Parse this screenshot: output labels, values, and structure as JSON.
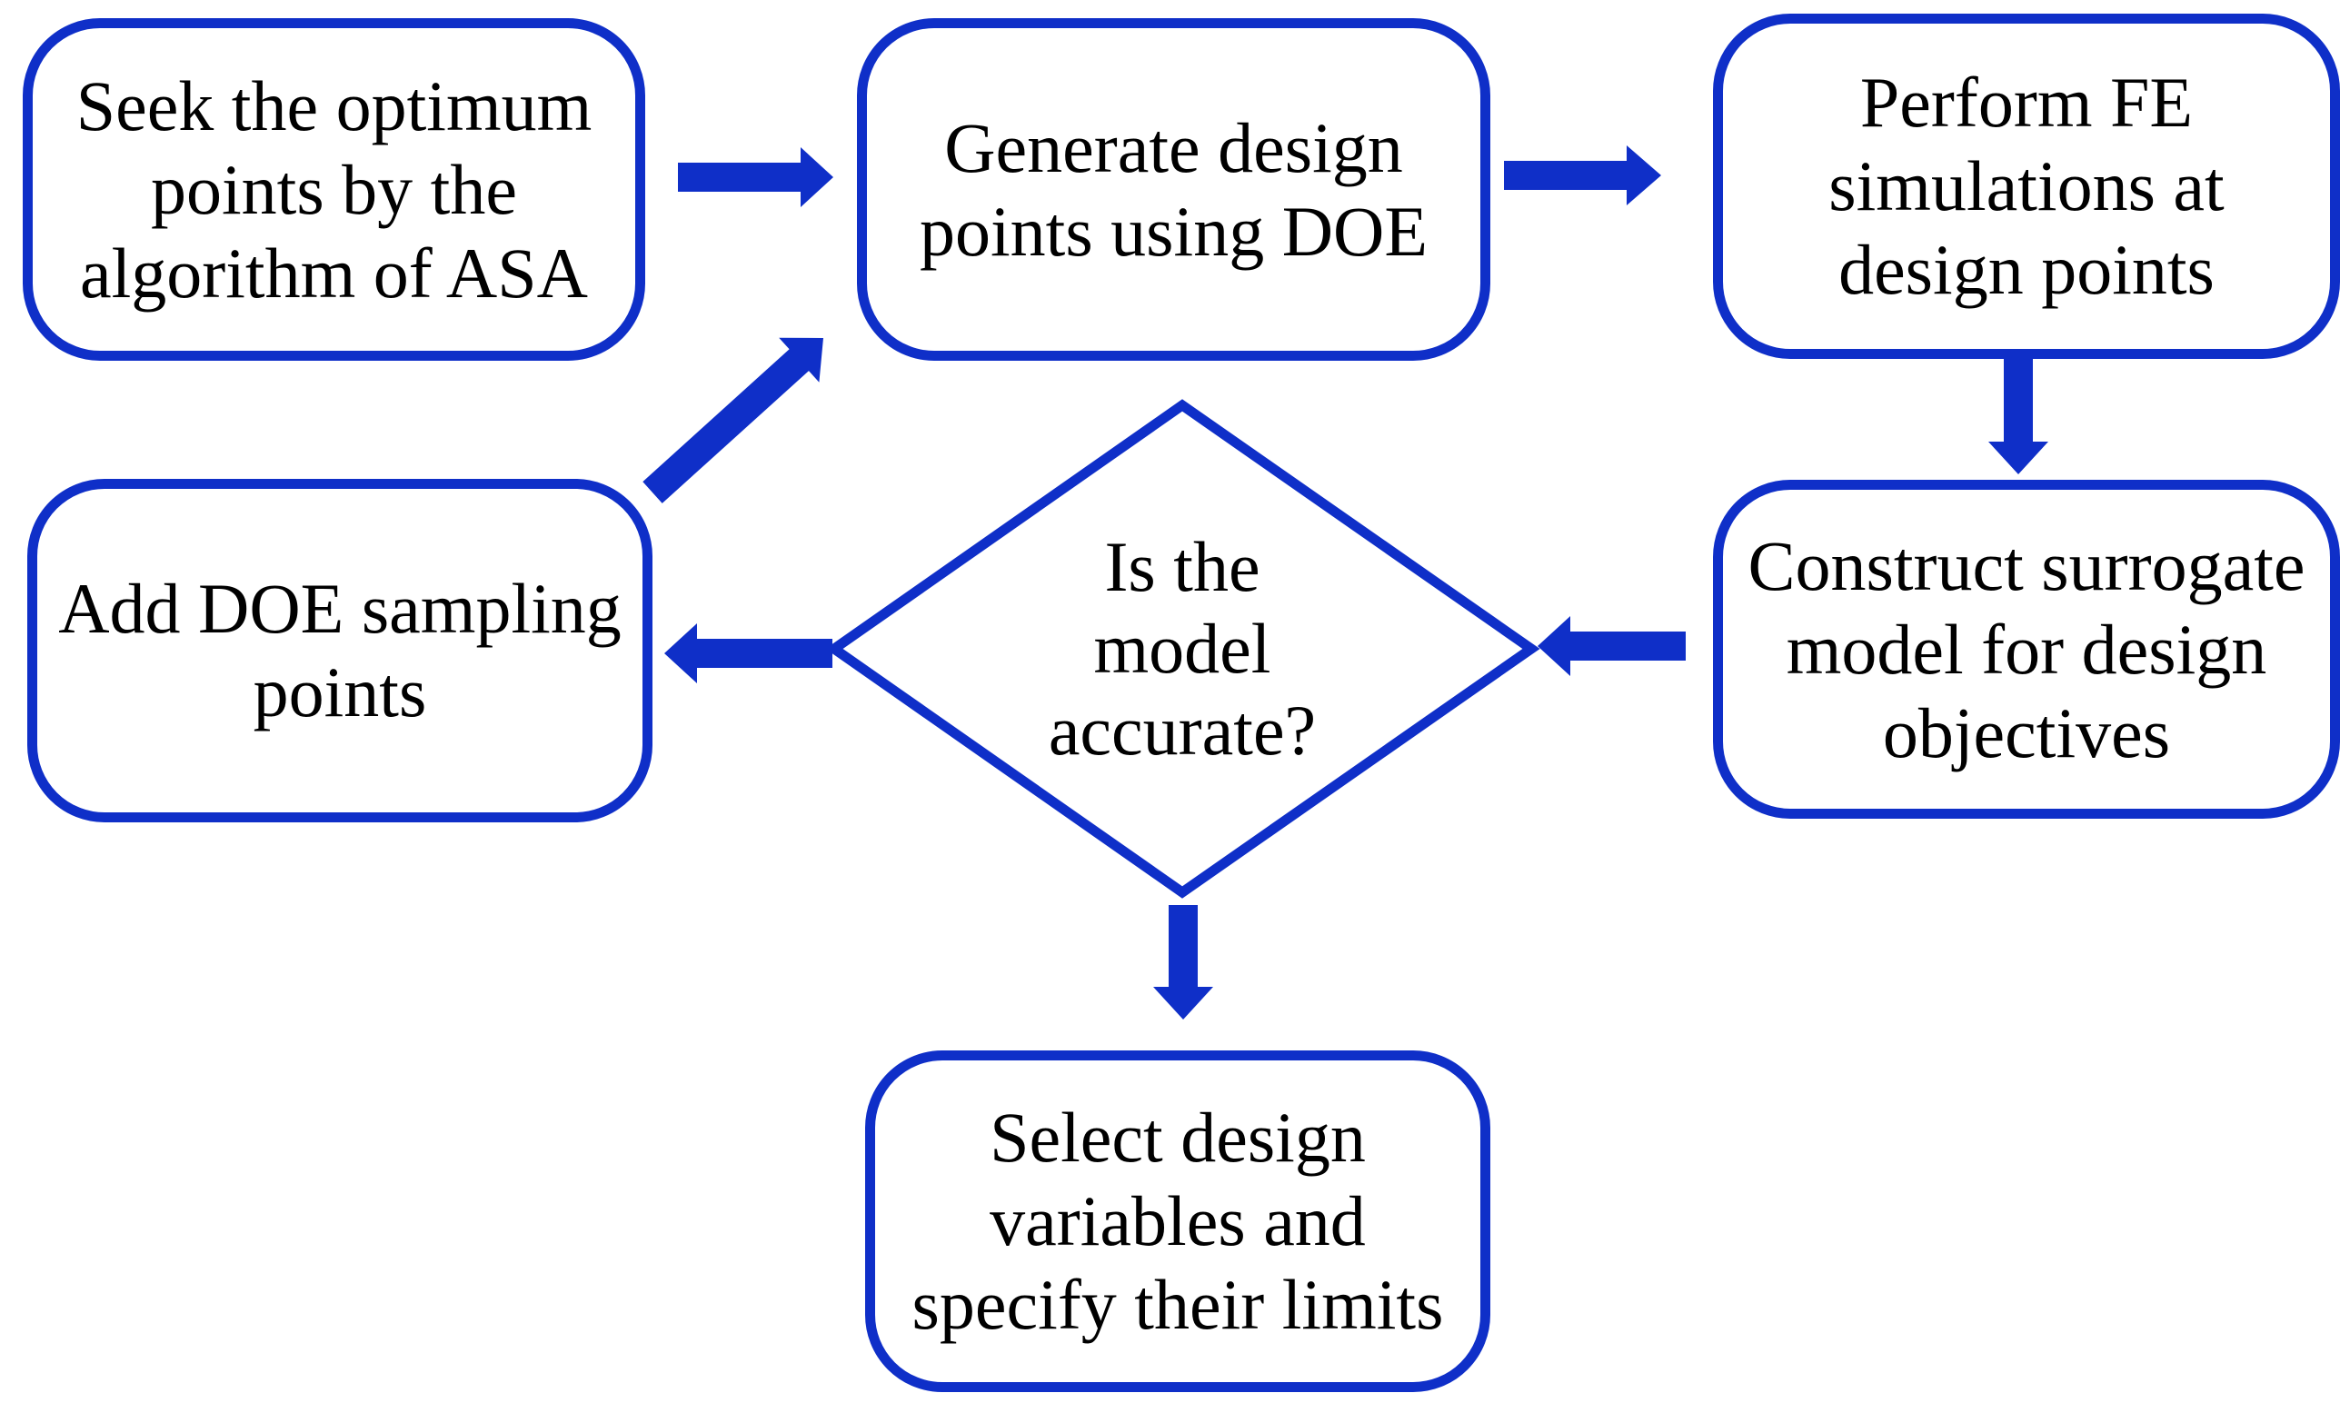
{
  "colors": {
    "accent": "#0f2fc8",
    "text": "#000000",
    "background": "#ffffff"
  },
  "nodes": {
    "seek_optimum": {
      "shape": "rounded-rect",
      "lines": [
        "Seek the optimum",
        "points by the",
        "algorithm of ASA"
      ]
    },
    "generate_points": {
      "shape": "rounded-rect",
      "lines": [
        "Generate design",
        "points using DOE"
      ]
    },
    "perform_fe": {
      "shape": "rounded-rect",
      "lines": [
        "Perform FE",
        "simulations at",
        "design points"
      ]
    },
    "add_doe": {
      "shape": "rounded-rect",
      "lines": [
        "Add DOE sampling",
        "points"
      ]
    },
    "decision": {
      "shape": "diamond",
      "lines": [
        "Is the",
        "model",
        "accurate?"
      ]
    },
    "construct_surrogate": {
      "shape": "rounded-rect",
      "lines": [
        "Construct surrogate",
        "model for design",
        "objectives"
      ]
    },
    "select_variables": {
      "shape": "rounded-rect",
      "lines": [
        "Select design",
        "variables and",
        "specify their limits"
      ]
    }
  },
  "arrows": [
    {
      "name": "seek-to-generate",
      "direction": "right"
    },
    {
      "name": "generate-to-perform",
      "direction": "right"
    },
    {
      "name": "perform-to-construct",
      "direction": "down"
    },
    {
      "name": "construct-to-decision",
      "direction": "left"
    },
    {
      "name": "decision-to-add-doe",
      "direction": "left"
    },
    {
      "name": "add-doe-to-generate",
      "direction": "up-right"
    },
    {
      "name": "decision-to-select",
      "direction": "down"
    }
  ]
}
